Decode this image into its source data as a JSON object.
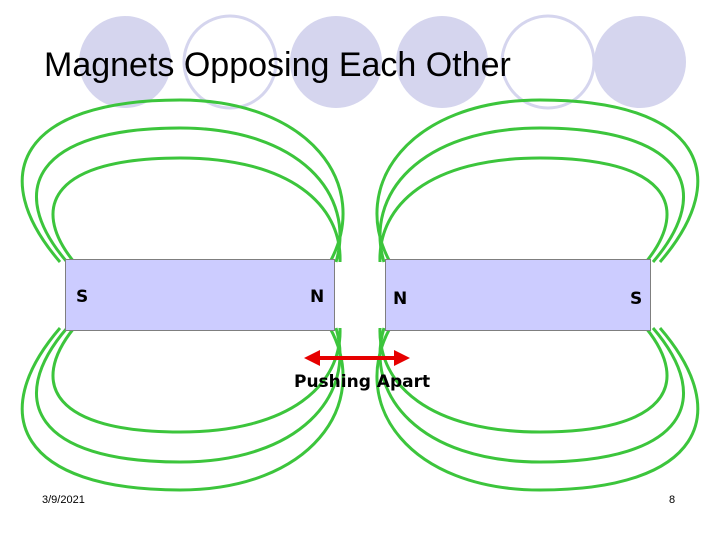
{
  "title": "Magnets Opposing Each Other",
  "magnets": [
    {
      "left_pole": "S",
      "right_pole": "N"
    },
    {
      "left_pole": "N",
      "right_pole": "S"
    }
  ],
  "force_label": "Pushing Apart",
  "footer": {
    "date": "3/9/2021",
    "page": "8"
  },
  "colors": {
    "magnet_fill": "#ccccff",
    "field_lines": "#3cc53c",
    "arrow": "#e60000",
    "deco_circles": "#d4d4ee"
  }
}
